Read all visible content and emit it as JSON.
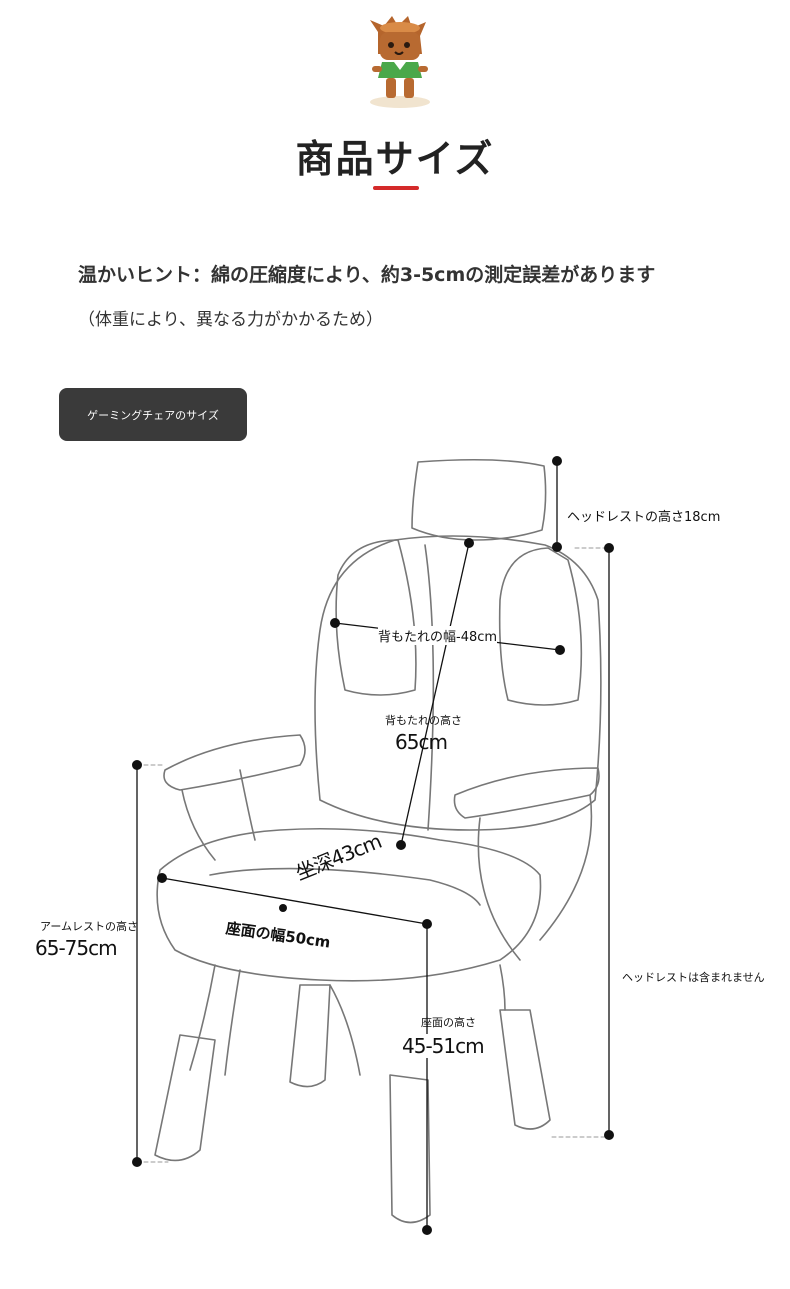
{
  "header": {
    "title": "商品サイズ",
    "accent_color": "#d42a2a",
    "mascot_icon": "tree-stump-mascot-icon"
  },
  "notice": {
    "line1": "温かいヒント：綿の圧縮度により、約3-5cmの測定誤差があります",
    "line2": "（体重により、異なる力がかかるため）"
  },
  "section": {
    "badge_label": "ゲーミングチェアのサイズ"
  },
  "dimensions": {
    "headrest_height": "ヘッドレストの高さ18cm",
    "back_width": "背もたれの幅-48cm",
    "back_height_label": "背もたれの高さ",
    "back_height_value": "65cm",
    "seat_depth": "坐深43cm",
    "seat_width": "座面の幅50cm",
    "armrest_height_label": "アームレストの高さ",
    "armrest_height_value": "65-75cm",
    "seat_height_label": "座面の高さ",
    "seat_height_value": "45-51cm",
    "total_height_note": "ヘッドレストは含まれません"
  }
}
